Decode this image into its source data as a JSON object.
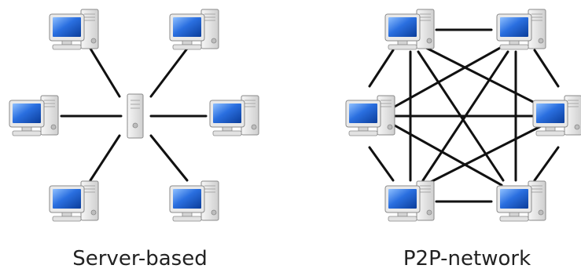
{
  "diagrams": [
    {
      "id": "server-based",
      "caption": "Server-based",
      "hub": "server",
      "nodes": [
        "pc-top-left",
        "pc-top-right",
        "pc-mid-left",
        "server",
        "pc-mid-right",
        "pc-bottom-left",
        "pc-bottom-right"
      ],
      "links": [
        [
          "pc-top-left",
          "server"
        ],
        [
          "pc-top-right",
          "server"
        ],
        [
          "pc-mid-left",
          "server"
        ],
        [
          "pc-mid-right",
          "server"
        ],
        [
          "pc-bottom-left",
          "server"
        ],
        [
          "pc-bottom-right",
          "server"
        ]
      ]
    },
    {
      "id": "p2p-network",
      "caption": "P2P-network",
      "nodes": [
        "pc-top-left",
        "pc-top-right",
        "pc-mid-left",
        "pc-mid-right",
        "pc-bottom-left",
        "pc-bottom-right"
      ],
      "links": "full-mesh"
    }
  ],
  "colors": {
    "screen": "#1a5fd0",
    "screen_glow": "#7fb3ff",
    "case": "#e4e4e4",
    "edge": "#8a8a8a",
    "link": "#111111",
    "caption": "#222222"
  },
  "icons": {
    "computer": "desktop-computer-icon",
    "server": "server-tower-icon"
  }
}
